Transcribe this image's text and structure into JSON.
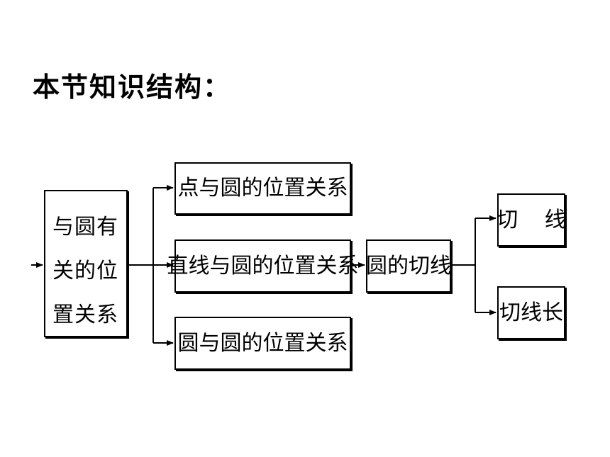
{
  "title": "本节知识结构：",
  "diagram": {
    "root": "与圆有关的位置关系",
    "branches": [
      "点与圆的位置关系",
      "直线与圆的位置关系",
      "圆与圆的位置关系"
    ],
    "tangent": "圆的切线",
    "leaves": [
      "切 线",
      "切线长"
    ]
  }
}
